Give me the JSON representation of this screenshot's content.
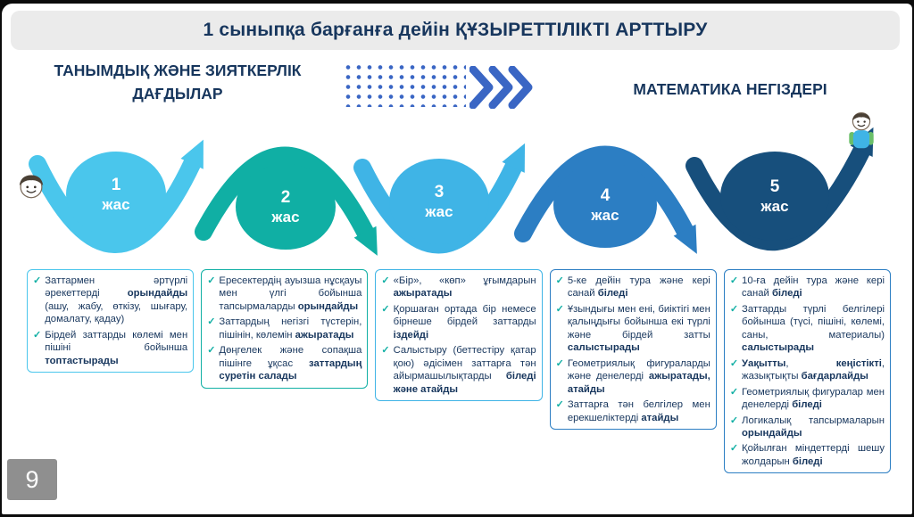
{
  "title": "1 сыныпқа барғанға дейін ҚҰЗЫРЕТТІЛІКТІ АРТТЫРУ",
  "headers": {
    "left_line1": "ТАНЫМДЫҚ ЖӘНЕ ЗИЯТКЕРЛІК",
    "left_line2": "ДАҒДЫЛАР",
    "right": "МАТЕМАТИКА НЕГІЗДЕРІ"
  },
  "page_number": "9",
  "icons": {
    "check": "✓"
  },
  "colors": {
    "navy": "#17365d",
    "titlebar_bg": "#ebebeb",
    "chevron_blue": "#3a66c4",
    "check_teal": "#10afa4",
    "badge_gray": "#8f8f8f"
  },
  "circles": [
    {
      "number": "1",
      "label": "жас",
      "color": "#4ac6ec"
    },
    {
      "number": "2",
      "label": "жас",
      "color": "#10afa4"
    },
    {
      "number": "3",
      "label": "жас",
      "color": "#3fb4e6"
    },
    {
      "number": "4",
      "label": "жас",
      "color": "#2c7ec3"
    },
    {
      "number": "5",
      "label": "жас",
      "color": "#174f7c"
    }
  ],
  "boxes": [
    {
      "border_color": "#4ac6ec",
      "items": [
        [
          {
            "t": "Заттармен әртүрлі әрекеттерді ",
            "b": false
          },
          {
            "t": "орындайды",
            "b": true
          },
          {
            "t": " (ашу, жабу, өткізу, шығару, домалату, қадау)",
            "b": false
          }
        ],
        [
          {
            "t": "Бірдей заттарды көлемі мен пішіні бойынша ",
            "b": false
          },
          {
            "t": "топтастырады",
            "b": true
          }
        ]
      ]
    },
    {
      "border_color": "#10afa4",
      "items": [
        [
          {
            "t": "Ересектердің ауызша нұсқауы мен үлгі бойынша тапсырмаларды ",
            "b": false
          },
          {
            "t": "орындайды",
            "b": true
          }
        ],
        [
          {
            "t": "Заттардың негізгі түстерін, пішінін, көлемін ",
            "b": false
          },
          {
            "t": "ажыратады",
            "b": true
          }
        ],
        [
          {
            "t": "Дөңгелек және сопақша пішінге ұқсас ",
            "b": false
          },
          {
            "t": "заттардың суретін салады",
            "b": true
          }
        ]
      ]
    },
    {
      "border_color": "#3fb4e6",
      "items": [
        [
          {
            "t": "«Бір», «көп» ұғымдарын ",
            "b": false
          },
          {
            "t": "ажыратады",
            "b": true
          }
        ],
        [
          {
            "t": "Қоршаған ортада бір немесе бірнеше бірдей заттарды ",
            "b": false
          },
          {
            "t": "іздейді",
            "b": true
          }
        ],
        [
          {
            "t": "Салыстыру (беттестіру қатар қою) әдісімен заттарға тән айырмашылықтарды ",
            "b": false
          },
          {
            "t": "біледі және атайды",
            "b": true
          }
        ]
      ]
    },
    {
      "border_color": "#2c7ec3",
      "items": [
        [
          {
            "t": "5-ке дейін тура және кері санай ",
            "b": false
          },
          {
            "t": "біледі",
            "b": true
          }
        ],
        [
          {
            "t": "Ұзындығы мен ені, биіктігі мен қалыңдығы бойынша екі түрлі және бірдей затты ",
            "b": false
          },
          {
            "t": "салыстырады",
            "b": true
          }
        ],
        [
          {
            "t": "Геометриялық фигураларды және денелерді ",
            "b": false
          },
          {
            "t": "ажыратады, атайды",
            "b": true
          }
        ],
        [
          {
            "t": "Заттарға тән белгілер мен ерекшеліктерді ",
            "b": false
          },
          {
            "t": "атайды",
            "b": true
          }
        ]
      ]
    },
    {
      "border_color": "#2c7ec3",
      "items": [
        [
          {
            "t": "10-ға дейін тура және кері санай ",
            "b": false
          },
          {
            "t": "біледі",
            "b": true
          }
        ],
        [
          {
            "t": "Заттарды түрлі белгілері бойынша (түсі, пішіні, көлемі, саны, материалы) ",
            "b": false
          },
          {
            "t": "салыстырады",
            "b": true
          }
        ],
        [
          {
            "t": "Уақытты",
            "b": true
          },
          {
            "t": ", ",
            "b": false
          },
          {
            "t": "кеңістікті",
            "b": true
          },
          {
            "t": ", жазықтықты ",
            "b": false
          },
          {
            "t": "бағдарлайды",
            "b": true
          }
        ],
        [
          {
            "t": "Геометриялық фигуралар мен денелерді ",
            "b": false
          },
          {
            "t": "біледі",
            "b": true
          }
        ],
        [
          {
            "t": "Логикалық тапсырмаларын ",
            "b": false
          },
          {
            "t": "орындайды",
            "b": true
          }
        ],
        [
          {
            "t": "Қойылған міндеттерді шешу жолдарын ",
            "b": false
          },
          {
            "t": "біледі",
            "b": true
          }
        ]
      ]
    }
  ]
}
